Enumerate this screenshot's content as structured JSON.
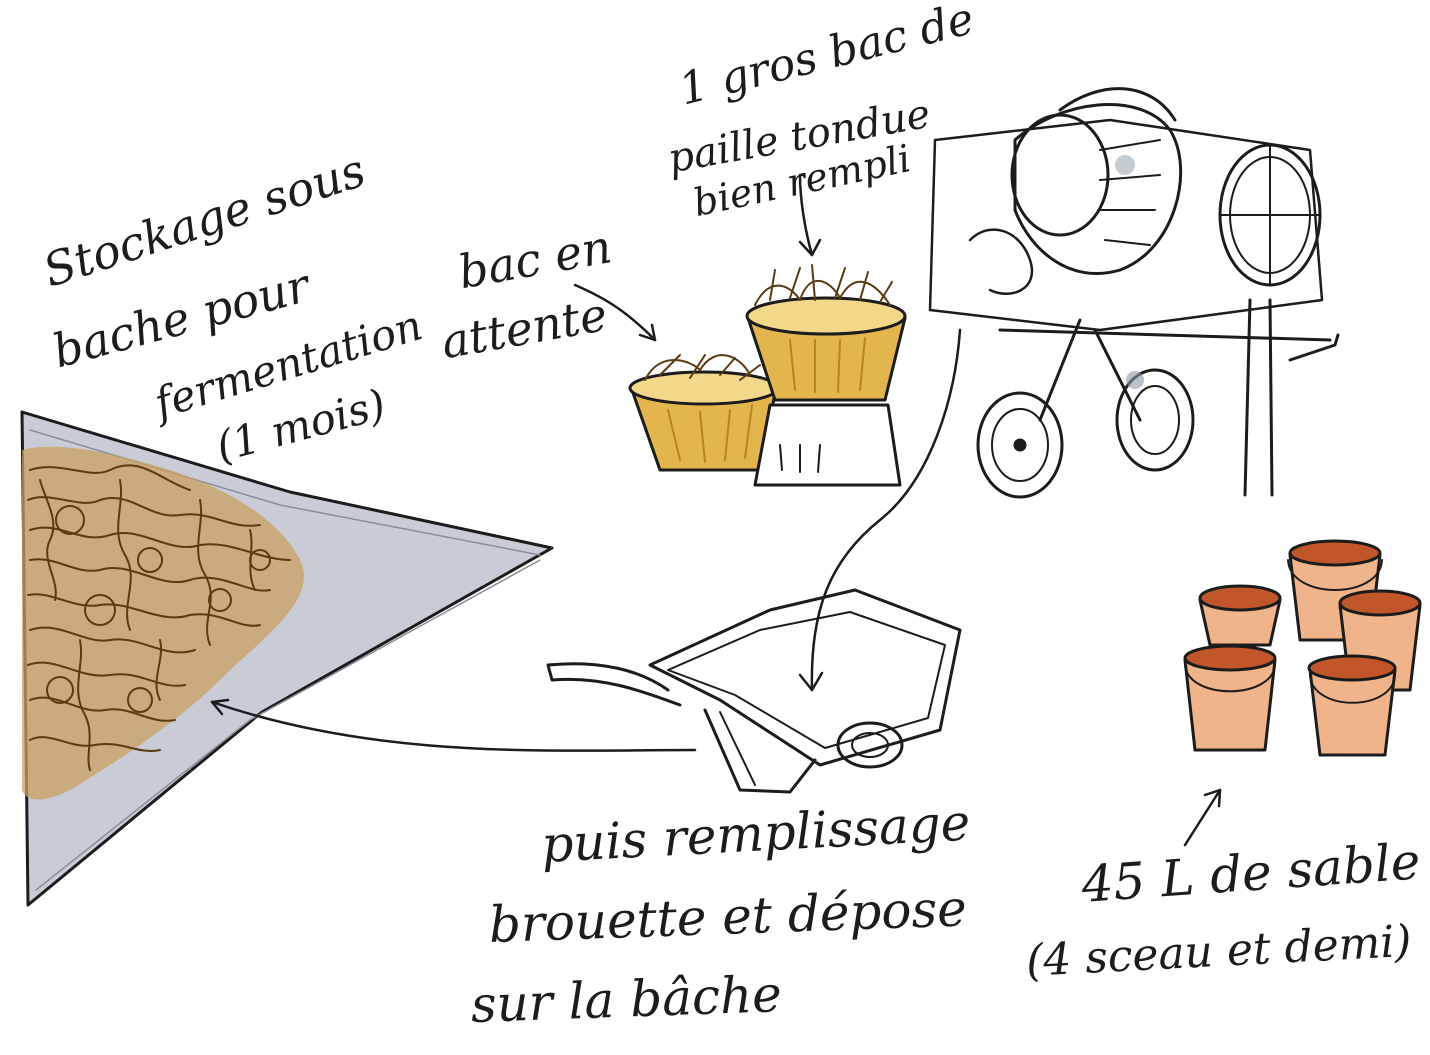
{
  "annotations": {
    "storage_line1": "Stockage sous",
    "storage_line2": "bache pour",
    "storage_line3": "fermentation",
    "storage_line4": "(1 mois)",
    "waiting_line1": "bac en",
    "waiting_line2": "attente",
    "straw_line1": "1 gros bac de",
    "straw_line2": "paille tondue",
    "straw_line3": "bien rempli",
    "fill_line1": "puis remplissage",
    "fill_line2": "brouette et dépose",
    "fill_line3": "sur la bâche",
    "sand_line1": "45 L de sable",
    "sand_line2": "(4 sceau et demi)"
  },
  "colors": {
    "ink": "#1c1c1c",
    "straw": "#e2b64c",
    "straw_dark": "#b88422",
    "tarp": "#c9ccd6",
    "sand_bucket": "#f0b48a",
    "sand": "#c0562a"
  },
  "icons": [
    "tarp-straw-pile",
    "waiting-basket",
    "full-straw-basket",
    "concrete-mixer",
    "wheelbarrow",
    "sand-buckets"
  ]
}
